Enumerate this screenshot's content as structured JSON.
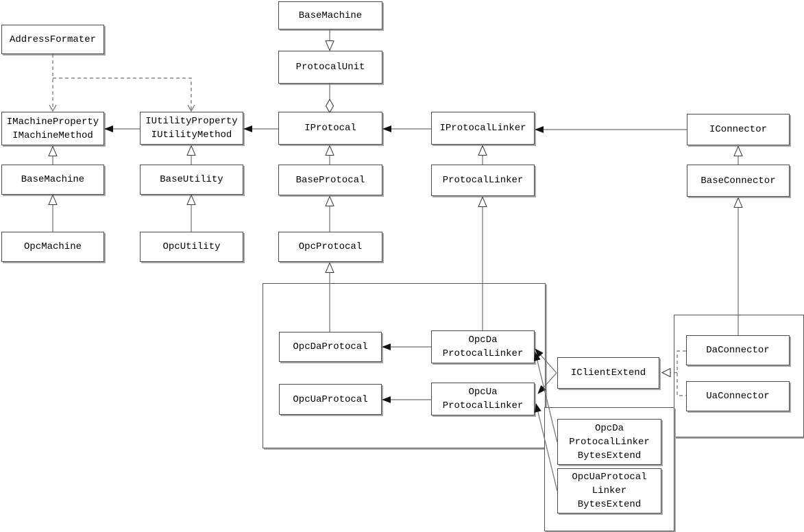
{
  "diagram": {
    "kind": "uml-class-diagram",
    "colors": {
      "background": "#ffffff",
      "box_border": "#4b4b4b",
      "box_fill": "#ffffff",
      "line": "#6e6e6e",
      "arrow_fill": "#111111",
      "shadow": "#a6a6a6",
      "text": "#000000"
    }
  },
  "nodes": {
    "address_formater": {
      "label": "AddressFormater"
    },
    "i_machine": {
      "label": "IMachineProperty\nIMachineMethod"
    },
    "base_machine_left": {
      "label": "BaseMachine"
    },
    "opc_machine": {
      "label": "OpcMachine"
    },
    "i_utility": {
      "label": "IUtilityProperty\nIUtilityMethod"
    },
    "base_utility": {
      "label": "BaseUtility"
    },
    "opc_utility": {
      "label": "OpcUtility"
    },
    "base_machine_top": {
      "label": "BaseMachine"
    },
    "protocal_unit": {
      "label": "ProtocalUnit"
    },
    "i_protocal": {
      "label": "IProtocal"
    },
    "base_protocal": {
      "label": "BaseProtocal"
    },
    "opc_protocal": {
      "label": "OpcProtocal"
    },
    "i_protocal_linker": {
      "label": "IProtocalLinker"
    },
    "protocal_linker": {
      "label": "ProtocalLinker"
    },
    "i_connector": {
      "label": "IConnector"
    },
    "base_connector": {
      "label": "BaseConnector"
    },
    "opc_da_protocal": {
      "label": "OpcDaProtocal"
    },
    "opc_ua_protocal": {
      "label": "OpcUaProtocal"
    },
    "opc_da_protocal_linker": {
      "label": "OpcDa\nProtocalLinker"
    },
    "opc_ua_protocal_linker": {
      "label": "OpcUa\nProtocalLinker"
    },
    "i_client_extend": {
      "label": "IClientExtend"
    },
    "da_connector": {
      "label": "DaConnector"
    },
    "ua_connector": {
      "label": "UaConnector"
    },
    "opc_da_linker_bytes": {
      "label": "OpcDa\nProtocalLinker\nBytesExtend"
    },
    "opc_ua_linker_bytes": {
      "label": "OpcUaProtocal\nLinker\nBytesExtend"
    }
  },
  "edges": [
    {
      "from": "AddressFormater",
      "to": "IMachineProperty/IMachineMethod",
      "type": "dependency-dashed"
    },
    {
      "from": "AddressFormater",
      "to": "IUtilityProperty/IUtilityMethod",
      "type": "dependency-dashed"
    },
    {
      "from": "IUtilityProperty/IUtilityMethod",
      "to": "IMachineProperty/IMachineMethod",
      "type": "association"
    },
    {
      "from": "IProtocal",
      "to": "IUtilityProperty/IUtilityMethod",
      "type": "association"
    },
    {
      "from": "IProtocalLinker",
      "to": "IProtocal",
      "type": "association"
    },
    {
      "from": "IConnector",
      "to": "IProtocalLinker",
      "type": "association"
    },
    {
      "from": "BaseMachine (left)",
      "to": "IMachineProperty/IMachineMethod",
      "type": "generalization"
    },
    {
      "from": "OpcMachine",
      "to": "BaseMachine (left)",
      "type": "generalization"
    },
    {
      "from": "BaseUtility",
      "to": "IUtilityProperty/IUtilityMethod",
      "type": "generalization"
    },
    {
      "from": "OpcUtility",
      "to": "BaseUtility",
      "type": "generalization"
    },
    {
      "from": "BaseMachine (top)",
      "to": "ProtocalUnit",
      "type": "generalization-downward"
    },
    {
      "from": "ProtocalUnit",
      "to": "IProtocal",
      "type": "aggregation-diamond"
    },
    {
      "from": "BaseProtocal",
      "to": "IProtocal",
      "type": "generalization"
    },
    {
      "from": "OpcProtocal",
      "to": "BaseProtocal",
      "type": "generalization"
    },
    {
      "from": "OpcDaProtocal",
      "to": "OpcProtocal",
      "type": "generalization"
    },
    {
      "from": "ProtocalLinker",
      "to": "IProtocalLinker",
      "type": "generalization"
    },
    {
      "from": "OpcDa ProtocalLinker",
      "to": "ProtocalLinker",
      "type": "generalization"
    },
    {
      "from": "BaseConnector",
      "to": "IConnector",
      "type": "generalization"
    },
    {
      "from": "DaConnector",
      "to": "BaseConnector",
      "type": "generalization"
    },
    {
      "from": "OpcDa ProtocalLinker",
      "to": "OpcDaProtocal",
      "type": "association"
    },
    {
      "from": "OpcUa ProtocalLinker",
      "to": "OpcUaProtocal",
      "type": "association"
    },
    {
      "from": "IClientExtend",
      "to": "OpcDa ProtocalLinker",
      "type": "association"
    },
    {
      "from": "IClientExtend",
      "to": "OpcUa ProtocalLinker",
      "type": "association"
    },
    {
      "from": "OpcDa ProtocalLinker BytesExtend",
      "to": "OpcDa ProtocalLinker",
      "type": "association"
    },
    {
      "from": "OpcUaProtocal Linker BytesExtend",
      "to": "OpcUa ProtocalLinker",
      "type": "association"
    },
    {
      "from": "DaConnector",
      "to": "IClientExtend",
      "type": "realization-dashed"
    },
    {
      "from": "UaConnector",
      "to": "IClientExtend",
      "type": "realization-dashed"
    }
  ]
}
